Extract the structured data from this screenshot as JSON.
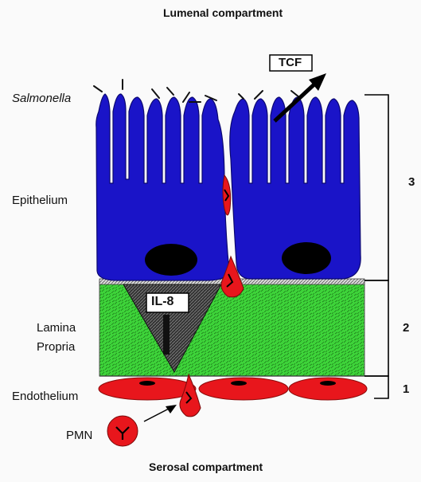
{
  "labels": {
    "top": "Lumenal  compartment",
    "bottom": "Serosal compartment",
    "bacteria": "Salmonella",
    "epithelium": "Epithelium",
    "lamina_line1": "Lamina",
    "lamina_line2": "Propria",
    "endothelium": "Endothelium",
    "pmn": "PMN",
    "tcf": "TCF",
    "il8": "IL-8"
  },
  "scale": {
    "three": "3",
    "two": "2",
    "one": "1"
  },
  "colors": {
    "epithelium": "#1a14c8",
    "lamina": "#3ed43a",
    "cell_red": "#e8161c",
    "nucleus": "#000000",
    "background": "#fafafa"
  }
}
